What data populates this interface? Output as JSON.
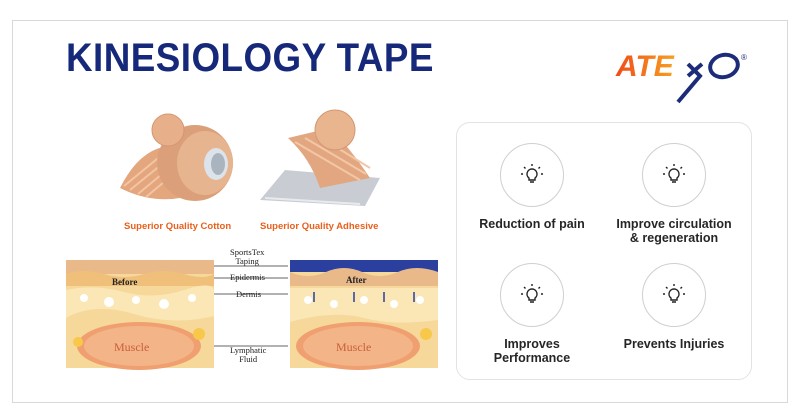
{
  "header": {
    "title": "KINESIOLOGY TAPE"
  },
  "brand": {
    "logo_text": "ATEXO",
    "registered": "®",
    "orange": "#f25c1e",
    "navy": "#1c2b7a"
  },
  "products": {
    "captions": [
      "Superior Quality Cotton",
      "Superior Quality Adhesive"
    ],
    "caption_color": "#e8601c",
    "tape_color": "#e2a780"
  },
  "diagram": {
    "before_label": "Before",
    "after_label": "After",
    "muscle_label": "Muscle",
    "layers": {
      "taping": "SportsTex\nTaping",
      "epidermis": "Epidermis",
      "dermis": "Dermis",
      "lymphatic": "Lymphatic\nFluid"
    }
  },
  "benefits": [
    {
      "label": "Reduction of pain",
      "icon": "lightbulb-icon"
    },
    {
      "label": "Improve circulation\n& regeneration",
      "icon": "lightbulb-icon"
    },
    {
      "label": "Improves\nPerformance",
      "icon": "lightbulb-icon"
    },
    {
      "label": "Prevents Injuries",
      "icon": "lightbulb-icon"
    }
  ]
}
